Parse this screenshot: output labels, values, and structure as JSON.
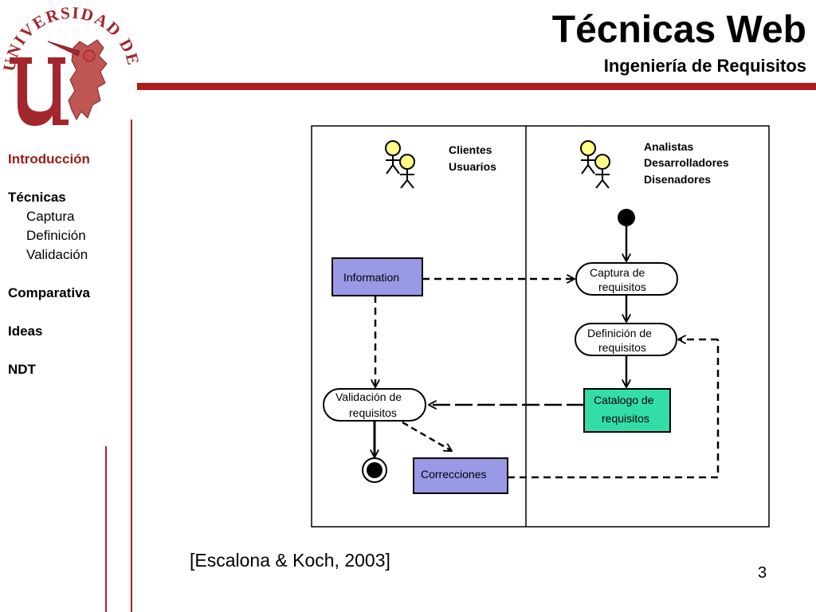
{
  "header": {
    "title": "Técnicas Web",
    "subtitle": "Ingeniería de Requisitos"
  },
  "logo": {
    "text_arc": "UNIVERSIDAD DE SEVILLA",
    "monogram": "u",
    "colors": {
      "primary": "#a3262c",
      "accent": "#b33a36"
    }
  },
  "sidebar": {
    "items": [
      {
        "label": "Introducción",
        "active": true
      },
      {
        "label": "Técnicas"
      },
      {
        "label": "Captura"
      },
      {
        "label": "Definición"
      },
      {
        "label": "Validación"
      },
      {
        "label": "Comparativa"
      },
      {
        "label": "Ideas"
      },
      {
        "label": "NDT"
      }
    ]
  },
  "diagram": {
    "lane_left": {
      "actors": [
        "Clientes",
        "Usuarios"
      ]
    },
    "lane_right": {
      "actors": [
        "Analistas",
        "Desarrolladores",
        "Disenadores"
      ]
    },
    "nodes": {
      "information": "Information",
      "captura": [
        "Captura de",
        "requisitos"
      ],
      "definicion": [
        "Definición de",
        "requisitos"
      ],
      "catalogo": [
        "Catalogo de",
        "requisitos"
      ],
      "validacion": [
        "Validación de",
        "requisitos"
      ],
      "correcciones": "Correcciones"
    },
    "colors": {
      "object_fill": "#9999e6",
      "catalog_fill": "#33dda8",
      "actor_head": "#ffff88"
    }
  },
  "footer": {
    "citation": "[Escalona & Koch, 2003]",
    "page_number": "3"
  }
}
